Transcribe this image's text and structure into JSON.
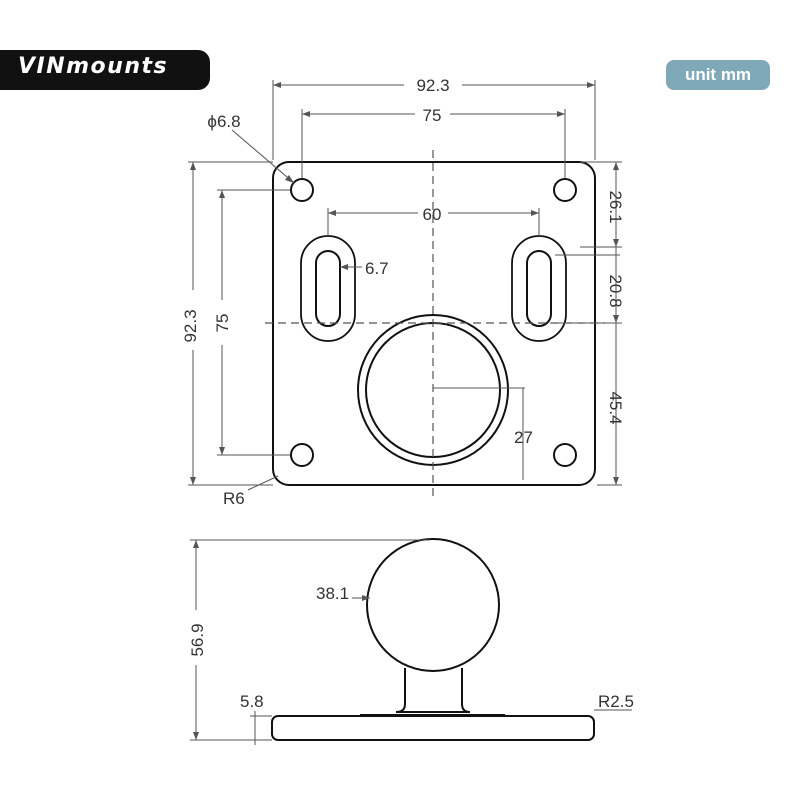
{
  "brand": {
    "logo_text": "VINmounts"
  },
  "unit_badge": {
    "label": "unit mm"
  },
  "colors": {
    "outline": "#111111",
    "dimension": "#444444",
    "brand_bg": "#111111",
    "badge_bg": "#7fa8b8"
  },
  "top_view": {
    "overall_width": "92.3",
    "hole_spacing_width": "75",
    "hole_diameter": "ϕ6.8",
    "slot_spacing": "60",
    "slot_width": "6.7",
    "offset_top": "26.1",
    "slot_length": "20.8",
    "overall_height": "92.3",
    "hole_spacing_height": "75",
    "offset_bottom": "45.4",
    "ball_radius_offset": "27",
    "corner_radius": "R6"
  },
  "side_view": {
    "ball_diameter": "38.1",
    "total_height": "56.9",
    "base_thickness": "5.8",
    "edge_radius": "R2.5"
  }
}
